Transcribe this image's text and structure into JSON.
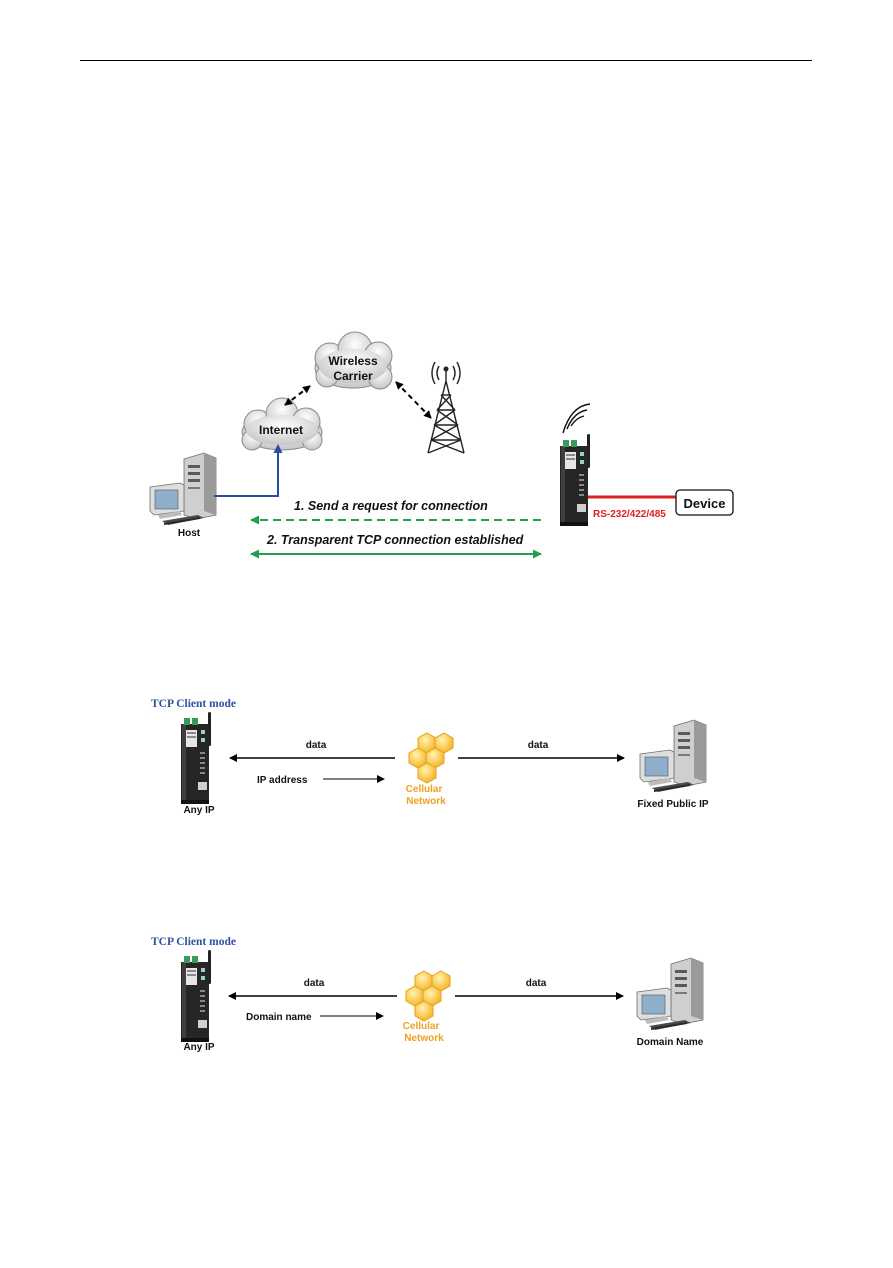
{
  "diagram1": {
    "cloud_wireless_line1": "Wireless",
    "cloud_wireless_line2": "Carrier",
    "cloud_internet": "Internet",
    "host_label": "Host",
    "device_label": "Device",
    "serial_label": "RS-232/422/485",
    "step1": "1. Send a request for connection",
    "step2": "2. Transparent TCP connection established",
    "colors": {
      "ethernet": "#2a4ea0",
      "serial": "#e02020",
      "tcp": "#20a050"
    }
  },
  "diagram2": {
    "title": "TCP Client mode",
    "left_label": "Any IP",
    "arrow_left_label": "data",
    "request_label": "IP address",
    "network_line1": "Cellular",
    "network_line2": "Network",
    "arrow_right_label": "data",
    "right_label": "Fixed Public IP"
  },
  "diagram3": {
    "title": "TCP Client mode",
    "left_label": "Any IP",
    "arrow_left_label": "data",
    "request_label": "Domain name",
    "network_line1": "Cellular",
    "network_line2": "Network",
    "arrow_right_label": "data",
    "right_label": "Domain Name"
  },
  "colors": {
    "title_blue": "#2f52a0",
    "network_orange": "#f0a020"
  }
}
